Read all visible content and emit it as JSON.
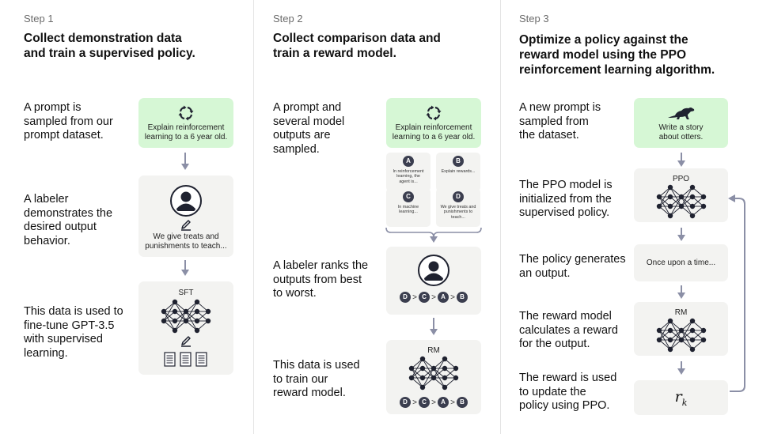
{
  "steps": [
    {
      "label": "Step 1",
      "title_lines": [
        "Collect demonstration data",
        "and train a supervised policy."
      ],
      "descriptions": [
        [
          "A prompt is",
          "sampled from our",
          "prompt dataset."
        ],
        [
          "A labeler",
          "demonstrates the",
          "desired output",
          "behavior."
        ],
        [
          "This data is used to",
          "fine-tune GPT-3.5",
          "with supervised",
          "learning."
        ]
      ],
      "prompt_lines": [
        "Explain reinforcement",
        "learning to a 6 year old."
      ],
      "demo_lines": [
        "We give treats and",
        "punishments to teach..."
      ],
      "model_label": "SFT"
    },
    {
      "label": "Step 2",
      "title_lines": [
        "Collect comparison data and",
        "train a reward model."
      ],
      "descriptions": [
        [
          "A prompt and",
          "several model",
          "outputs are",
          "sampled."
        ],
        [
          "A labeler ranks the",
          "outputs from best",
          "to worst."
        ],
        [
          "This data is used",
          "to train our",
          "reward model."
        ]
      ],
      "prompt_lines": [
        "Explain reinforcement",
        "learning to a 6 year old."
      ],
      "outputs": [
        {
          "letter": "A",
          "lines": [
            "In reinforcement",
            "learning, the",
            "agent is..."
          ]
        },
        {
          "letter": "B",
          "lines": [
            "Explain rewards..."
          ]
        },
        {
          "letter": "C",
          "lines": [
            "In machine",
            "learning..."
          ]
        },
        {
          "letter": "D",
          "lines": [
            "We give treats and",
            "punishments to",
            "teach..."
          ]
        }
      ],
      "ranking": [
        "D",
        "C",
        "A",
        "B"
      ],
      "comparator": ">",
      "model_label": "RM"
    },
    {
      "label": "Step 3",
      "title_lines": [
        "Optimize a policy against the",
        "reward model using the PPO",
        "reinforcement learning algorithm."
      ],
      "descriptions": [
        [
          "A new prompt is",
          "sampled from",
          "the dataset."
        ],
        [
          "The PPO model is",
          "initialized from the",
          "supervised policy."
        ],
        [
          "The policy generates",
          "an output."
        ],
        [
          "The reward model",
          "calculates a reward",
          "for the output."
        ],
        [
          "The reward is used",
          "to update the",
          "policy using PPO."
        ]
      ],
      "prompt_lines": [
        "Write a story",
        "about otters."
      ],
      "ppo_label": "PPO",
      "output_text": "Once upon a time...",
      "rm_label": "RM",
      "reward_symbol": "r",
      "reward_subscript": "k"
    }
  ],
  "colors": {
    "prompt_box": "#d6f7d5",
    "node_box": "#f3f3f1",
    "arrow": "#8b8fa6",
    "network_node": "#1f2230",
    "rank_circle": "#3b3e4f"
  },
  "icons": [
    "recycle-arrows-icon",
    "person-icon",
    "pencil-icon",
    "network-icon",
    "documents-icon",
    "otter-icon"
  ]
}
